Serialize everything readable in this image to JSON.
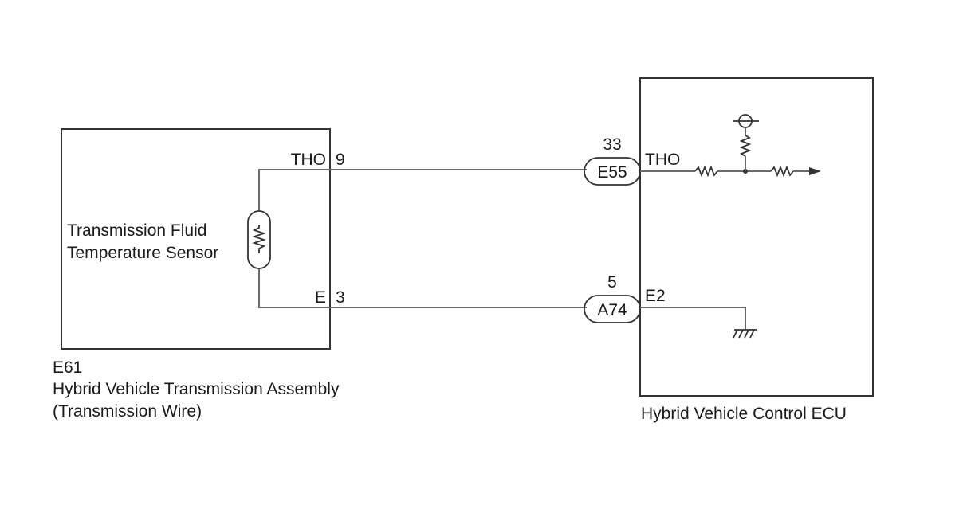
{
  "sensor_assembly": {
    "sensor_label_line1": "Transmission Fluid",
    "sensor_label_line2": "Temperature Sensor",
    "pin_tho_label": "THO",
    "pin_tho_number": "9",
    "pin_e_label": "E",
    "pin_e_number": "3",
    "code": "E61",
    "name_line1": "Hybrid Vehicle Transmission Assembly",
    "name_line2": "(Transmission Wire)"
  },
  "ecu": {
    "name": "Hybrid Vehicle Control ECU",
    "pin_tho_label": "THO",
    "pin_e2_label": "E2"
  },
  "connectors": [
    {
      "id": "E55",
      "pin": "33"
    },
    {
      "id": "A74",
      "pin": "5"
    }
  ]
}
